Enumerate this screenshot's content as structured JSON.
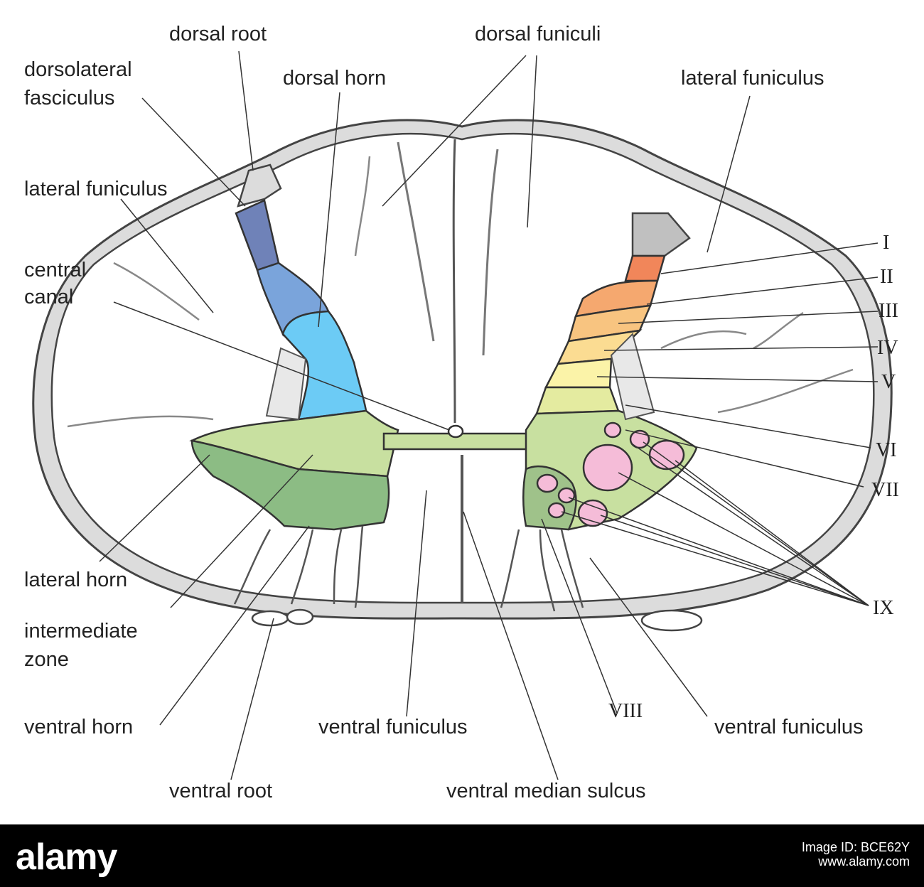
{
  "labels": {
    "dorsal_root": "dorsal root",
    "dorsolateral_fasciculus_1": "dorsolateral",
    "dorsolateral_fasciculus_2": "fasciculus",
    "dorsal_horn": "dorsal horn",
    "dorsal_funiculi": "dorsal funiculi",
    "lateral_funiculus_left": "lateral funiculus",
    "lateral_funiculus_right": "lateral funiculus",
    "central_canal_1": "central",
    "central_canal_2": "canal",
    "lateral_horn": "lateral horn",
    "intermediate_zone_1": "intermediate",
    "intermediate_zone_2": "zone",
    "ventral_horn": "ventral horn",
    "ventral_root": "ventral root",
    "ventral_funiculus_center": "ventral funiculus",
    "ventral_funiculus_right": "ventral funiculus",
    "ventral_median_sulcus": "ventral median sulcus"
  },
  "laminae": {
    "I": "I",
    "II": "II",
    "III": "III",
    "IV": "IV",
    "V": "V",
    "VI": "VI",
    "VII": "VII",
    "VIII": "VIII",
    "IX": "IX"
  },
  "colors": {
    "lamina_I": "#f1865a",
    "lamina_II": "#f5a86f",
    "lamina_III": "#f8c480",
    "lamina_IV": "#fbdc92",
    "lamina_V": "#fbf3a8",
    "lamina_VI": "#e4eba0",
    "intermediate_zone": "#c8e0a0",
    "ventral_horn": "#8cbc84",
    "lamina_IX": "#f5bcd8",
    "dorsal_horn_upper": "#6f82b8",
    "dorsal_horn_mid": "#7aa4db",
    "dorsal_horn_lower": "#6ccbf5",
    "white_matter_edge": "#dcdcdc"
  },
  "footer": {
    "logo": "alamy",
    "image_id": "Image ID: BCE62Y",
    "site": "www.alamy.com"
  }
}
